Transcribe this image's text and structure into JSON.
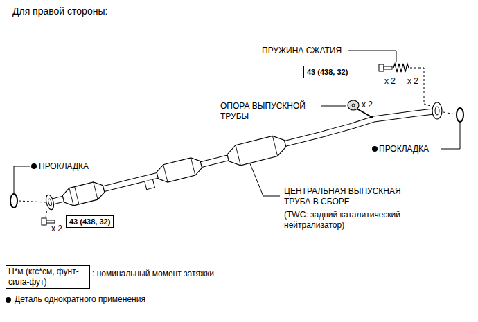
{
  "diagram": {
    "title": "Для правой стороны:",
    "nodes": [
      {
        "text": [
          "43 (438, 32)"
        ]
      },
      {
        "text": [
          "43 (438, 32)"
        ]
      },
      {
        "text": [
          "Н*м (кгс*см, фунт-сила-фут)"
        ]
      }
    ],
    "labels": [
      "ПРУЖИНА СЖАТИЯ",
      "x 2",
      "x 2",
      "ОПОРА ВЫПУСКНОЙ ТРУБЫ",
      "x 2",
      "ПРОКЛАДКА",
      "ПРОКЛАДКА",
      "x 2",
      "ЦЕНТРАЛЬНАЯ ВЫПУСКНАЯ ТРУБА В СБОРЕ",
      "(TWC: задний каталитический нейтрализатор)"
    ],
    "legend": [
      {
        "text": ": номинальный момент затяжки"
      },
      {
        "text": "Деталь однократного применения"
      }
    ]
  }
}
